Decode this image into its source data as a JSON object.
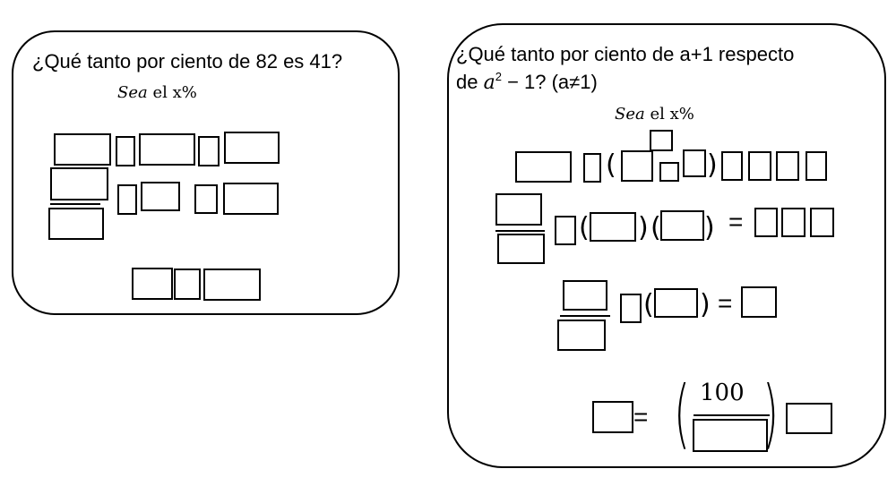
{
  "exercise1": {
    "question": "¿Qué tanto por ciento de 82 es 41?",
    "let_var": "Sea",
    "let_text": " el x%"
  },
  "exercise2": {
    "question_line1": "¿Qué tanto por ciento de a+1 respecto",
    "question_de": "de ",
    "question_a": "a",
    "question_exp": "2",
    "question_minus_one": " − 1? (a≠1)",
    "let_var": "Sea",
    "let_text": " el x%",
    "open_paren": "(",
    "close_paren": ")",
    "equals": "=",
    "hundred": "100"
  }
}
